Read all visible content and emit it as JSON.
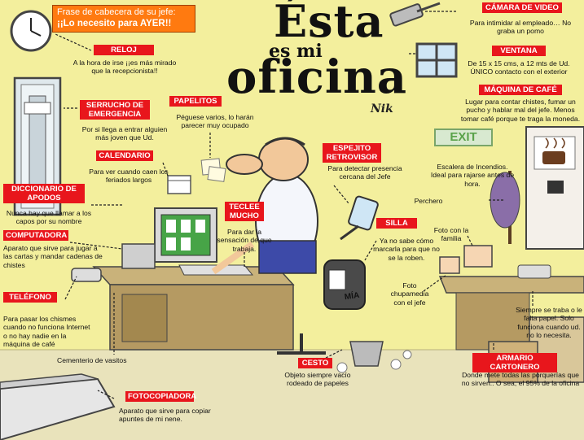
{
  "headline": {
    "line1": "Frase de cabecera de su jefe:",
    "line2": "¡¡Lo necesito para AYER!!"
  },
  "title": {
    "word1": "Ésta",
    "word2": "es mi",
    "word3": "oficina"
  },
  "signature": "Nik",
  "exit_sign": "EXIT",
  "sticker_text": "MÍA",
  "labels": {
    "reloj": "RELOJ",
    "serrucho": "SERRUCHO DE EMERGENCIA",
    "papelitos": "PAPELITOS",
    "calendario": "CALENDARIO",
    "diccionario": "DICCIONARIO DE APODOS",
    "computadora": "COMPUTADORA",
    "telefono": "TELÉFONO",
    "teclee": "TECLEE MUCHO",
    "fotocopiadora": "FOTOCOPIADORA",
    "espejito": "ESPEJITO RETROVISOR",
    "silla": "SILLA",
    "cesto": "CESTO",
    "camara": "CÁMARA DE VIDEO",
    "ventana": "VENTANA",
    "maquina_cafe": "MÁQUINA DE CAFÉ",
    "armario": "ARMARIO CARTONERO"
  },
  "descriptions": {
    "reloj": "A la hora de irse ¡¡es más mirado que la recepcionista!!",
    "serrucho": "Por si llega a entrar alguien más joven que Ud.",
    "papelitos": "Péguese varios, lo harán parecer muy ocupado",
    "calendario": "Para ver cuando caen los feriados largos",
    "diccionario": "Nunca hay que llamar a los capos por su nombre",
    "computadora": "Aparato que sirve para jugar a las cartas y mandar cadenas de chistes",
    "telefono": "Para pasar los chismes cuando no funciona Internet o no hay nadie en la máquina de café",
    "cementerio": "Cementerio de vasitos",
    "teclee": "Para dar la sensación de que trabaja.",
    "fotocopiadora": "Aparato que sirve para copiar apuntes de mi nene.",
    "espejito": "Para detectar presencia cercana del Jefe",
    "silla": "Ya no sabe cómo marcarla para que no se la roben.",
    "cesto": "Objeto siempre vacío rodeado de papeles",
    "camara": "Para intimidar al empleado… No graba un pomo",
    "ventana": "De 15 x 15 cms, a 12 mts de Ud. ÚNICO contacto con el exterior",
    "maquina_cafe": "Lugar para contar chistes, fumar un pucho y hablar mal del jefe. Menos tomar café porque te traga la moneda.",
    "escalera": "Escalera de Incendios. Ideal para rajarse antes de hora.",
    "perchero": "Perchero",
    "foto_familia": "Foto con la familia",
    "foto_chupamedia": "Foto chupamedia con el jefe",
    "papel": "Siempre se traba o le falta papel. Solo funciona cuando ud. no lo necesita.",
    "armario": "Donde mete todas las porquerías que no sirven.. O sea, el 95% de la oficina"
  },
  "colors": {
    "background": "#f3ef9d",
    "label_red": "#e8161c",
    "headline_orange": "#ff7a10",
    "floor": "#e6dfb5"
  }
}
